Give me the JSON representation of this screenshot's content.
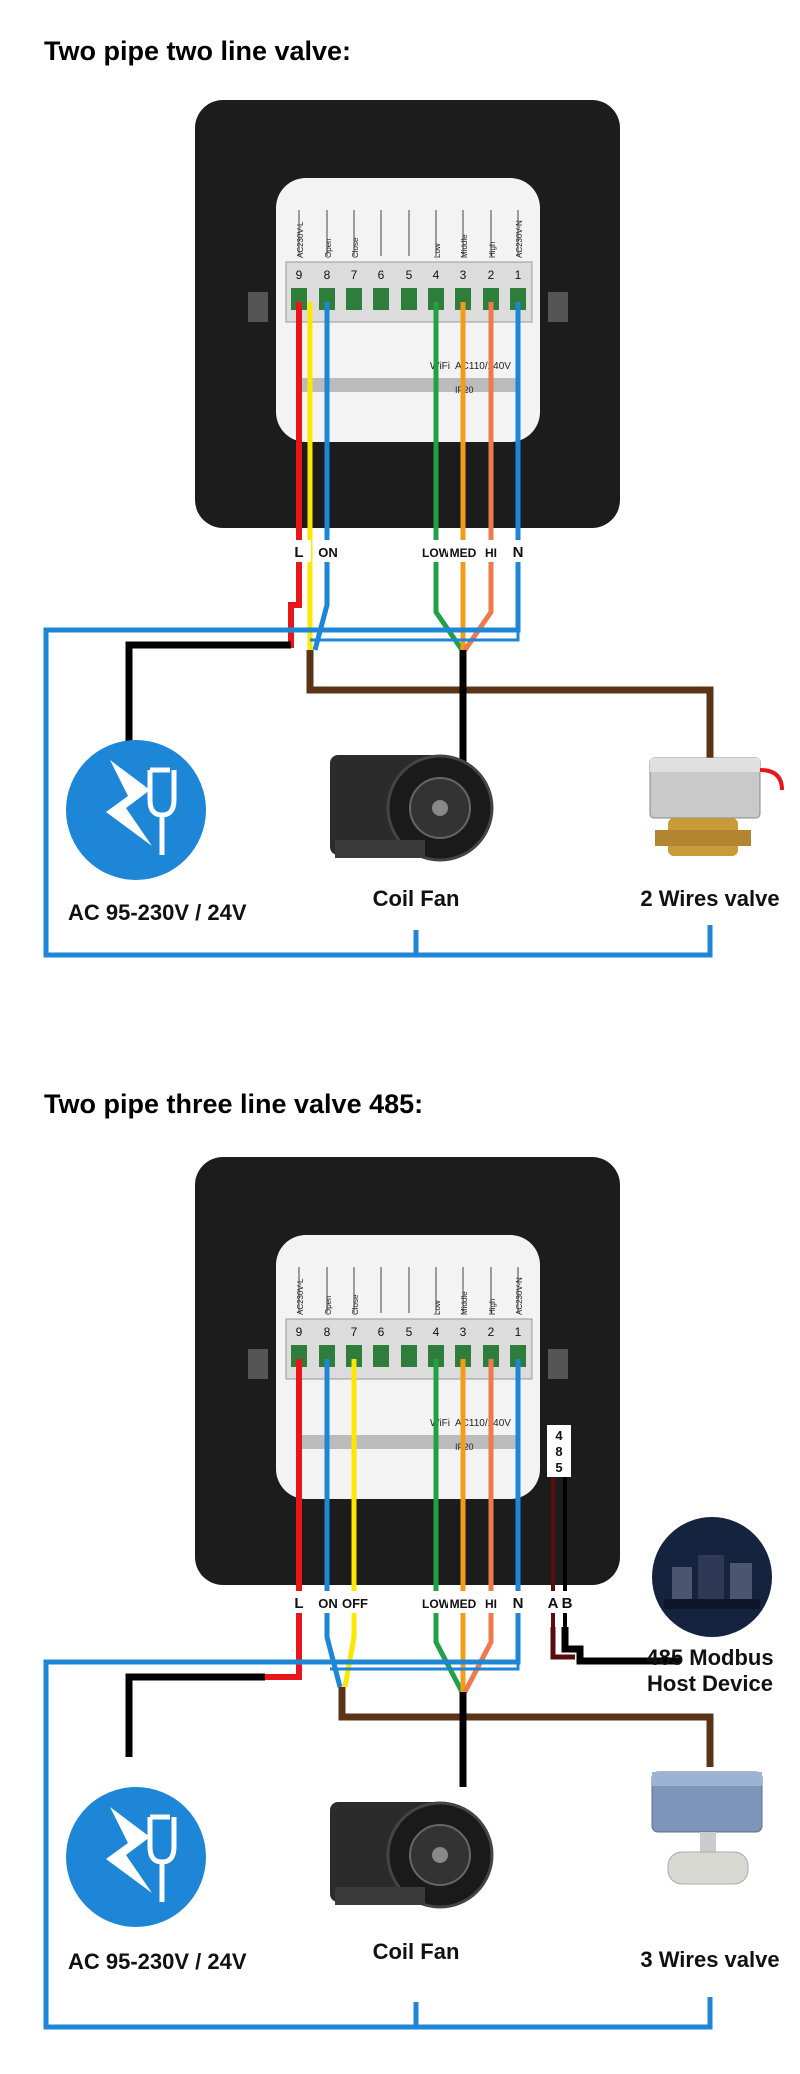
{
  "colors": {
    "red": "#e8151b",
    "yellow": "#fbe800",
    "blue": "#1e86d6",
    "green": "#22a045",
    "orange": "#f49c19",
    "salmon": "#f07a4e",
    "brown": "#5b3418",
    "black": "#000000",
    "maroon": "#5a0d0d",
    "device": "#1c1c1c",
    "pcb": "#f3f3f3"
  },
  "diagrams": [
    {
      "title": "Two pipe two line valve:",
      "terminal_numbers": [
        "9",
        "8",
        "7",
        "6",
        "5",
        "4",
        "3",
        "2",
        "1"
      ],
      "terminal_captions": [
        "AC230V-L",
        "Open",
        "Close",
        "",
        "",
        "Low",
        "Middle",
        "High",
        "AC230V-N"
      ],
      "board_text": {
        "wifi": "WiFi",
        "voltage": "AC110/240V",
        "ip": "IP20"
      },
      "wire_labels": {
        "L": "L",
        "ON": "ON",
        "LOW": "LOW",
        "MED": "MED",
        "HI": "HI",
        "N": "N"
      },
      "power_label": "AC 95-230V / 24V",
      "fan_label": "Coil Fan",
      "valve_label": "2 Wires valve",
      "power_icon": "power-plug-icon",
      "fan_icon": "coil-fan-icon",
      "valve_icon": "two-wire-valve-icon"
    },
    {
      "title": "Two pipe three line valve 485:",
      "terminal_numbers": [
        "9",
        "8",
        "7",
        "6",
        "5",
        "4",
        "3",
        "2",
        "1"
      ],
      "terminal_captions": [
        "AC230V-L",
        "Open",
        "Close",
        "",
        "",
        "Low",
        "Middle",
        "High",
        "AC230V-N"
      ],
      "board_text": {
        "wifi": "WiFi",
        "voltage": "AC110/240V",
        "ip": "IP20"
      },
      "wire_labels": {
        "L": "L",
        "ON": "ON",
        "OFF": "OFF",
        "LOW": "LOW",
        "MED": "MED",
        "HI": "HI",
        "N": "N",
        "A": "A",
        "B": "B"
      },
      "rs485_label": [
        "4",
        "8",
        "5"
      ],
      "modbus_label_lines": [
        "485 Modbus",
        "Host Device"
      ],
      "power_label": "AC 95-230V / 24V",
      "fan_label": "Coil Fan",
      "valve_label": "3 Wires valve",
      "power_icon": "power-plug-icon",
      "fan_icon": "coil-fan-icon",
      "valve_icon": "three-wire-valve-icon",
      "modbus_icon": "modbus-host-icon"
    }
  ]
}
